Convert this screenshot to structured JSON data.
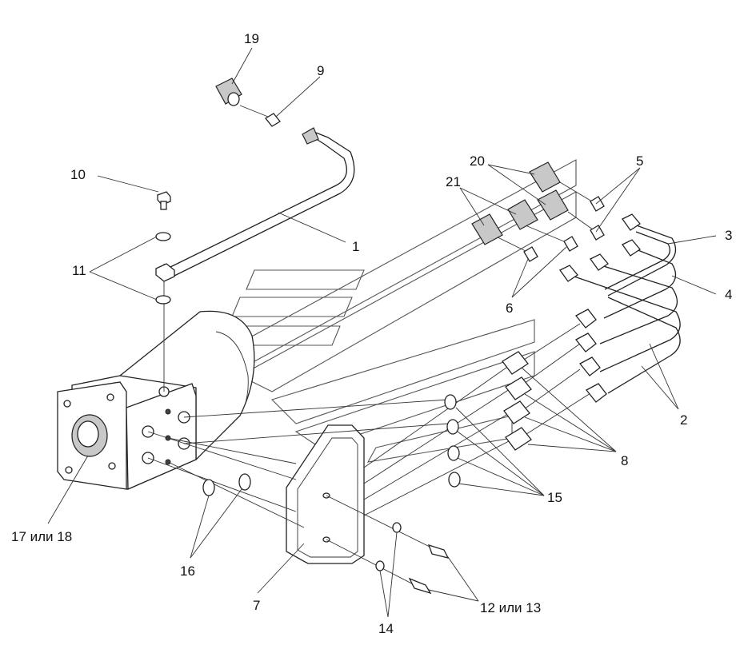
{
  "labels": {
    "l1": "1",
    "l2": "2",
    "l3": "3",
    "l4": "4",
    "l5": "5",
    "l6": "6",
    "l7": "7",
    "l8": "8",
    "l9": "9",
    "l10": "10",
    "l11": "11",
    "l12": "12 или 13",
    "l14": "14",
    "l15": "15",
    "l16": "16",
    "l17": "17 или 18",
    "l19": "19",
    "l20": "20",
    "l21": "21"
  }
}
